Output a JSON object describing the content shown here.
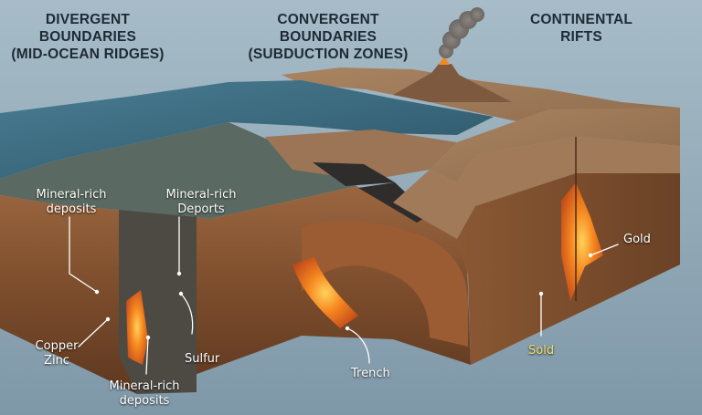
{
  "headings": {
    "divergent": {
      "line1": "DIVERGENT BOUNDARIES",
      "line2": "(MID-OCEAN RIDGES)"
    },
    "convergent": {
      "line1": "CONVERGENT BOUNDARIES",
      "line2": "(SUBDUCTION ZONES)"
    },
    "rifts": {
      "line1": "CONTINENTAL RIFTS"
    }
  },
  "labels": {
    "mineral_left": {
      "line1": "Mineral-rich",
      "line2": "deposits"
    },
    "mineral_ridge": {
      "line1": "Mineral-rich",
      "line2": "Deports"
    },
    "copper_zinc": {
      "line1": "Copper",
      "line2": "Zinc"
    },
    "sulfur": {
      "text": "Sulfur"
    },
    "mineral_bottom": {
      "line1": "Mineral-rich",
      "line2": "deposits"
    },
    "trench": {
      "text": "Trench"
    },
    "gold": {
      "text": "Gold"
    },
    "sold": {
      "text": "Sold"
    }
  },
  "colors": {
    "sky": "#8fa6b4",
    "ocean": "#3f6e84",
    "crust": "#8a5a36",
    "magma": "#f07a1c",
    "label_text": "#ffffff",
    "highlight_text": "#f4e06a"
  }
}
